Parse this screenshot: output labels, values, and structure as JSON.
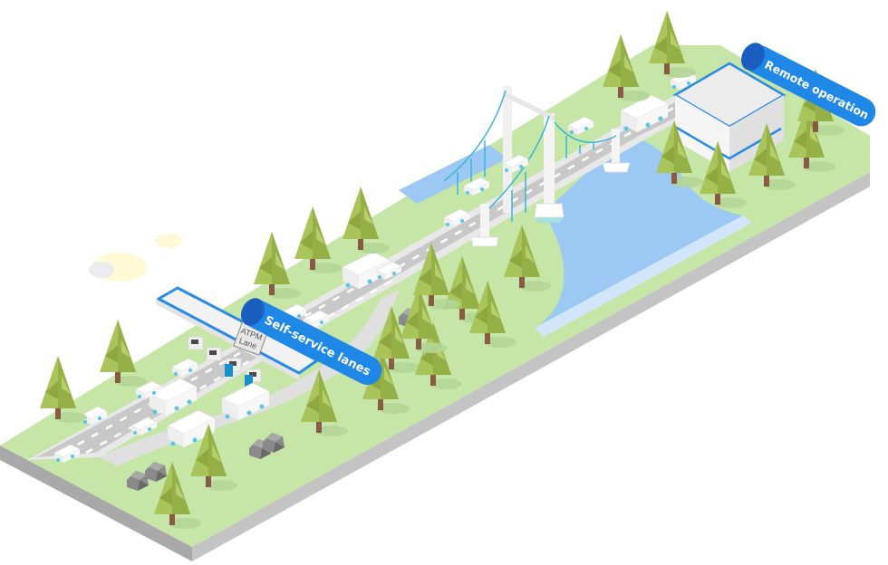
{
  "illustration": {
    "subject": "Isometric toll road with bridge and remote operation center",
    "colors": {
      "grass": "#c5e6a6",
      "grass_shadow": "#b3d596",
      "road": "#c8c8c8",
      "road_edge": "#e8e8e8",
      "water": "#9cc8f4",
      "water_edge": "#d2e6fb",
      "base_side_dark": "#a9a9a9",
      "base_side_light": "#c4c4c4",
      "tree_light": "#a9c45a",
      "tree_dark": "#8ea83f",
      "trunk": "#8a5a44",
      "rock": "#7a7a7a",
      "label_blue": "#1f87e5",
      "label_cap": "#1a5fc0",
      "cable": "#3bb6d8",
      "cloud": "#fff9d6"
    }
  },
  "labels": {
    "self_service": "Self-service lanes",
    "remote_operation": "Remote operation"
  },
  "toll_booth": {
    "sign_line1": "ATPM",
    "sign_line2": "Lane"
  }
}
